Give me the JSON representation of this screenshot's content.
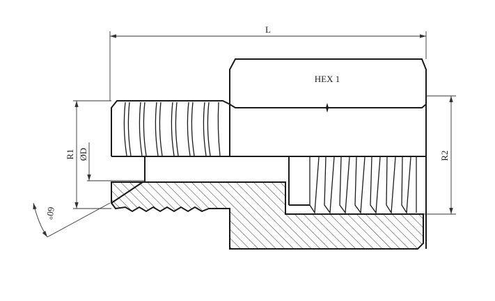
{
  "drawing": {
    "title": "Male to female thread adapter",
    "labels": {
      "length": "L",
      "hex": "HEX 1",
      "thread1": "R1",
      "bore": "ØD",
      "thread2": "R2",
      "angle": "60°"
    },
    "colors": {
      "line": "#1a1a1a",
      "background": "#ffffff"
    }
  }
}
